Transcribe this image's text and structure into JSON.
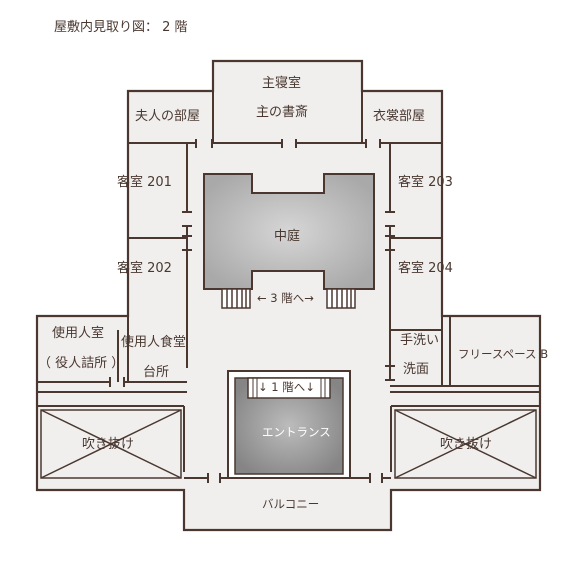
{
  "title": "屋敷内見取り図： 2 階",
  "rooms": {
    "master_bedroom": "主寝室",
    "master_study": "主の書斎",
    "madam_room": "夫人の部屋",
    "wardrobe_room": "衣裳部屋",
    "guest_201": "客室 201",
    "guest_202": "客室 202",
    "guest_203": "客室 203",
    "guest_204": "客室 204",
    "courtyard": "中庭",
    "stairs_up": "← 3 階へ→",
    "servant_room_1": "使用人室",
    "servant_room_2": "（ 役人詰所 ）",
    "servant_dining_1": "使用人食堂",
    "servant_dining_2": "台所",
    "washroom_1": "手洗い",
    "washroom_2": "洗面",
    "free_space": "フリースペース B",
    "stairs_down": "↓ 1 階へ↓",
    "entrance": "エントランス",
    "void_left": "吹き抜け",
    "void_right": "吹き抜け",
    "balcony": "バルコニー"
  },
  "colors": {
    "wall": "#4a3830",
    "floor": "#f0efee",
    "courtyard": "#bdbdbd",
    "entrance": "#9a9a9a"
  }
}
